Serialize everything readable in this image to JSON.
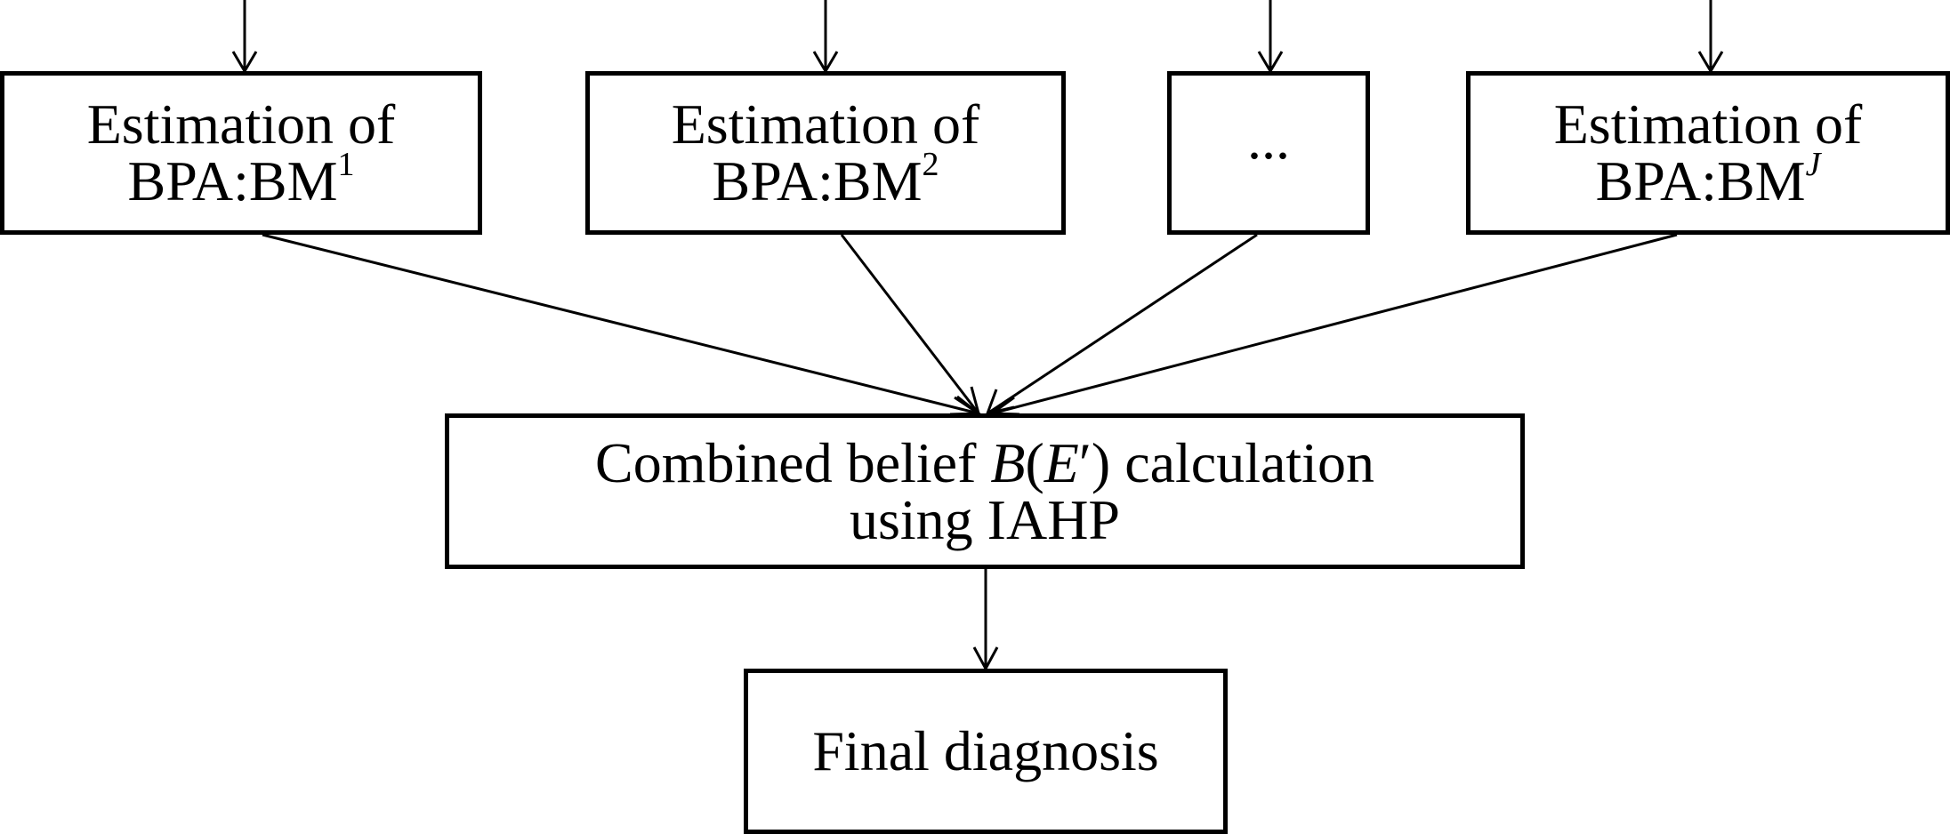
{
  "boxes": {
    "bm1": {
      "line1": "Estimation of",
      "line2": "BPA:BM",
      "sup": "1"
    },
    "bm2": {
      "line1": "Estimation of",
      "line2": "BPA:BM",
      "sup": "2"
    },
    "ellipsis": {
      "text": "..."
    },
    "bmJ": {
      "line1": "Estimation of",
      "line2": "BPA:BM",
      "sup": "J"
    },
    "combined": {
      "pre": "Combined belief ",
      "b": "B",
      "open": "(",
      "e": "E",
      "prime": "′",
      "close": ")",
      "post": " calculation",
      "line2": "using IAHP"
    },
    "final": {
      "text": "Final diagnosis"
    }
  }
}
